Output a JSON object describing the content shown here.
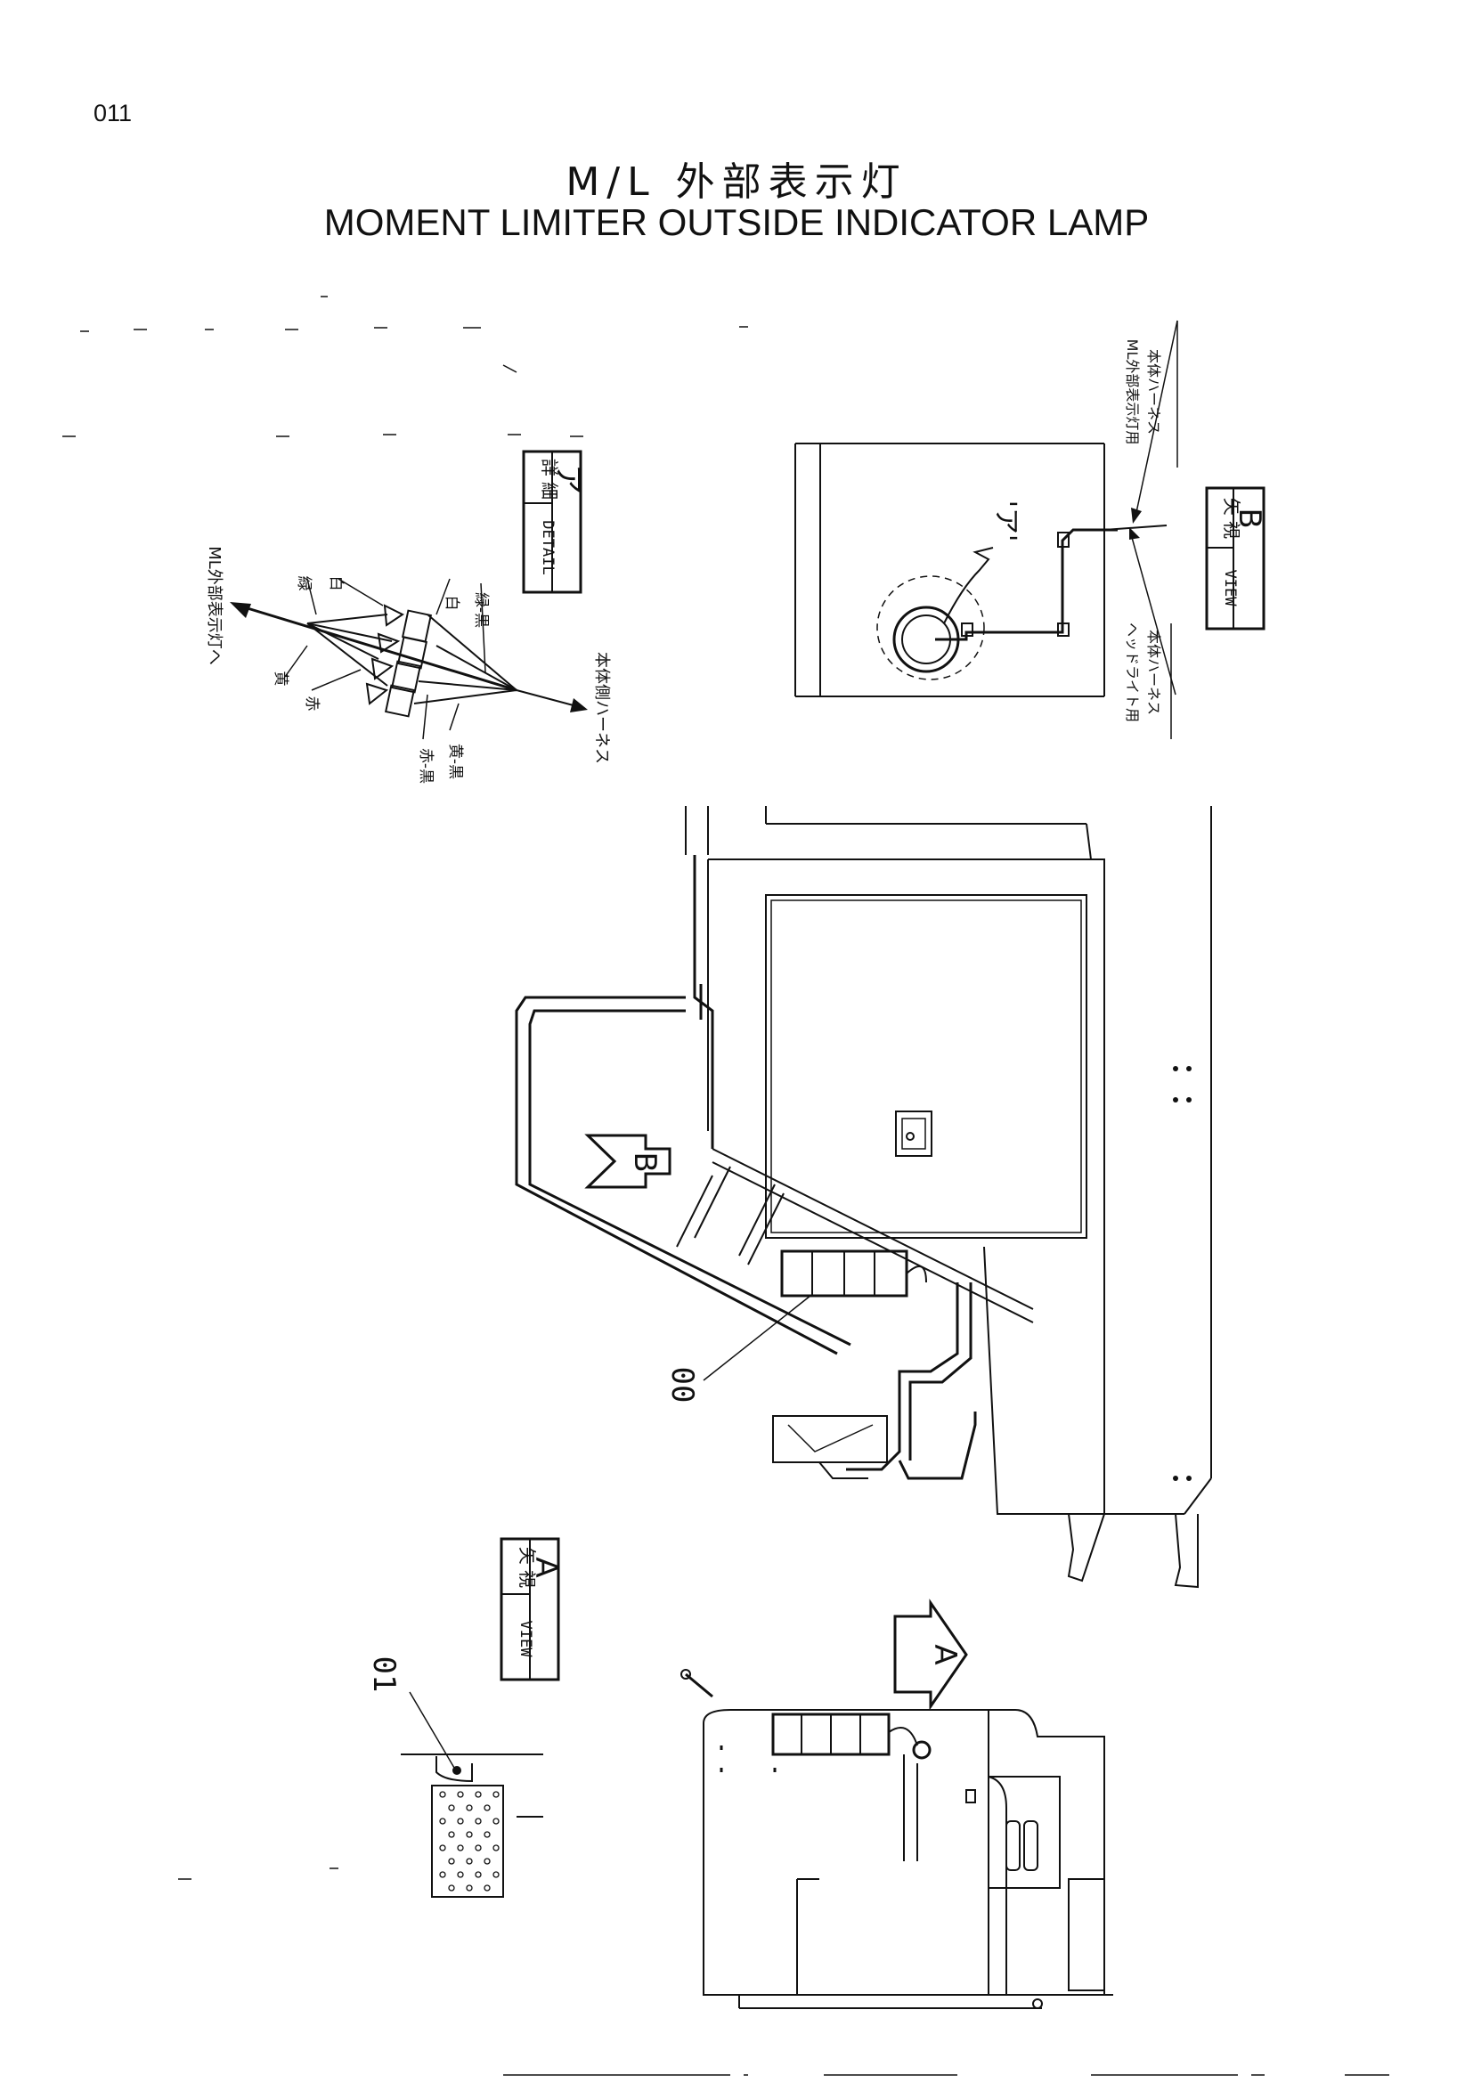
{
  "page_number": "011",
  "title_jp": "M/L 外部表示灯",
  "title_en": "MOMENT LIMITER OUTSIDE INDICATOR LAMP",
  "detail": {
    "box_jp": "詳 細",
    "box_en": "DETAIL",
    "box_letter": "ア",
    "to_lamp": "ML外部表示灯へ",
    "body_harness": "本体側ハーネス",
    "wires": [
      "緑",
      "白",
      "白",
      "緑-黒",
      "黄",
      "赤",
      "赤-黒",
      "黄-黒"
    ]
  },
  "view_b": {
    "box_jp": "矢 視",
    "box_en": "VIEW",
    "box_letter": "B",
    "callout_letter": "'ア'",
    "harness_ml_line1": "ML外部表示灯用",
    "harness_ml_line2": "本体ハーネス",
    "harness_head_line1": "ヘッドライト用",
    "harness_head_line2": "本体ハーネス"
  },
  "main_view": {
    "arrow_b": "B",
    "arrow_a": "A",
    "part_ref": "00"
  },
  "view_a": {
    "box_jp": "矢 視",
    "box_en": "VIEW",
    "box_letter": "A",
    "part_ref": "01"
  }
}
